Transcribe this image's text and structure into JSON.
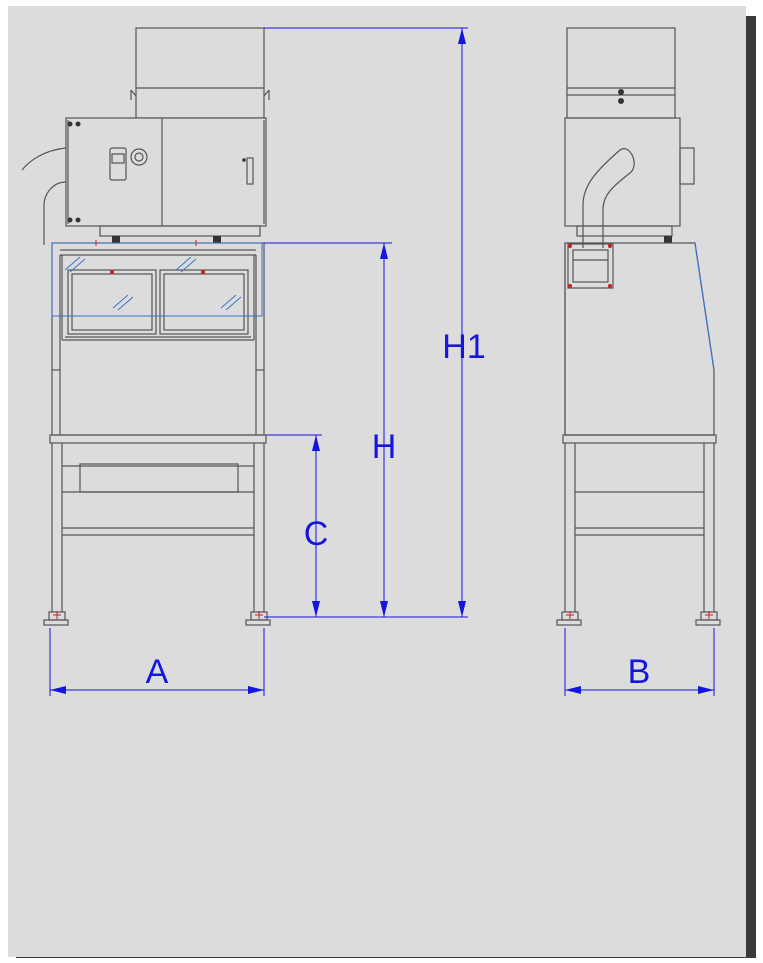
{
  "dimensions": {
    "A": "A",
    "B": "B",
    "C": "C",
    "H": "H",
    "H1": "H1"
  },
  "colors": {
    "sheet": "#dcdcdc",
    "line": "#555555",
    "dimension": "#1515e0",
    "window": "#3b74c8",
    "marker": "#cc2222"
  }
}
